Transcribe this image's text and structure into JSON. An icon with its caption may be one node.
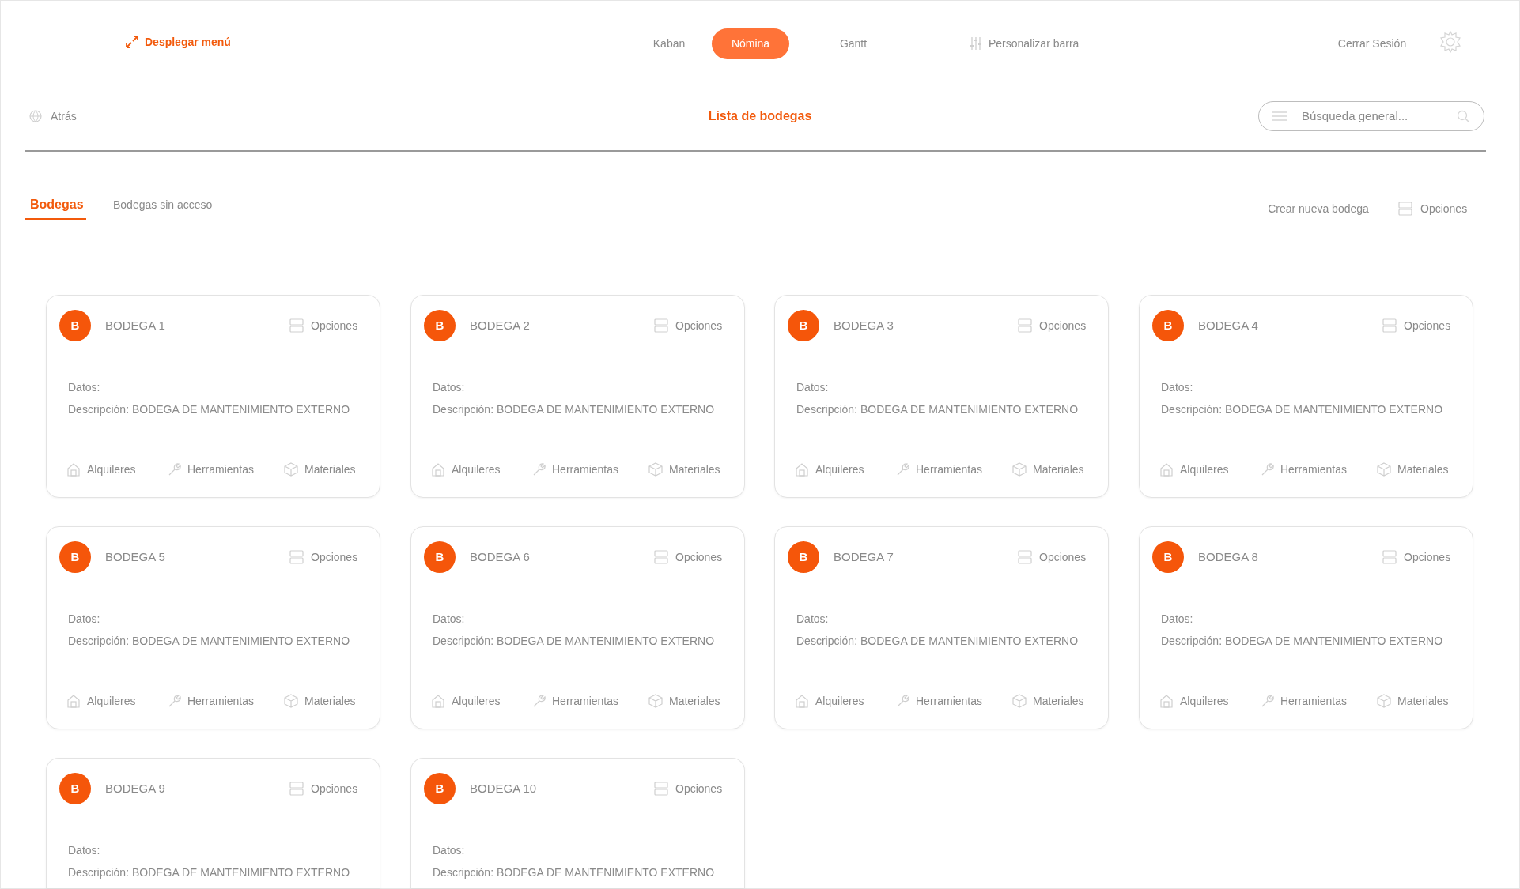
{
  "diagram": {
    "title": "Lista de bodegas",
    "nodes": [
      {
        "text": [
          "B",
          "BODEGA 1",
          "Opciones",
          "Datos:",
          "Descripción: BODEGA DE MANTENIMIENTO EXTERNO",
          "Alquileres",
          "Herramientas",
          "Materiales"
        ]
      },
      {
        "text": [
          "B",
          "BODEGA 2",
          "Opciones",
          "Datos:",
          "Descripción: BODEGA DE MANTENIMIENTO EXTERNO",
          "Alquileres",
          "Herramientas",
          "Materiales"
        ]
      },
      {
        "text": [
          "B",
          "BODEGA 3",
          "Opciones",
          "Datos:",
          "Descripción: BODEGA DE MANTENIMIENTO EXTERNO",
          "Alquileres",
          "Herramientas",
          "Materiales"
        ]
      },
      {
        "text": [
          "B",
          "BODEGA 4",
          "Opciones",
          "Datos:",
          "Descripción: BODEGA DE MANTENIMIENTO EXTERNO",
          "Alquileres",
          "Herramientas",
          "Materiales"
        ]
      },
      {
        "text": [
          "B",
          "BODEGA 5",
          "Opciones",
          "Datos:",
          "Descripción: BODEGA DE MANTENIMIENTO EXTERNO",
          "Alquileres",
          "Herramientas",
          "Materiales"
        ]
      },
      {
        "text": [
          "B",
          "BODEGA 6",
          "Opciones",
          "Datos:",
          "Descripción: BODEGA DE MANTENIMIENTO EXTERNO",
          "Alquileres",
          "Herramientas",
          "Materiales"
        ]
      },
      {
        "text": [
          "B",
          "BODEGA 7",
          "Opciones",
          "Datos:",
          "Descripción: BODEGA DE MANTENIMIENTO EXTERNO",
          "Alquileres",
          "Herramientas",
          "Materiales"
        ]
      },
      {
        "text": [
          "B",
          "BODEGA 8",
          "Opciones",
          "Datos:",
          "Descripción: BODEGA DE MANTENIMIENTO EXTERNO",
          "Alquileres",
          "Herramientas",
          "Materiales"
        ]
      },
      {
        "text": [
          "B",
          "BODEGA 9",
          "Opciones",
          "Datos:",
          "Descripción: BODEGA DE MANTENIMIENTO EXTERNO"
        ]
      },
      {
        "text": [
          "B",
          "BODEGA 10",
          "Opciones",
          "Datos:",
          "Descripción: BODEGA DE MANTENIMIENTO EXTERNO"
        ]
      }
    ],
    "labels": [
      "Desplegar menú",
      "Kaban",
      "Nómina",
      "Gantt",
      "Personalizar barra",
      "Cerrar Sesión",
      "Atrás",
      "Búsqueda general...",
      "Bodegas",
      "Bodegas sin acceso",
      "Crear nueva bodega",
      "Opciones"
    ]
  }
}
